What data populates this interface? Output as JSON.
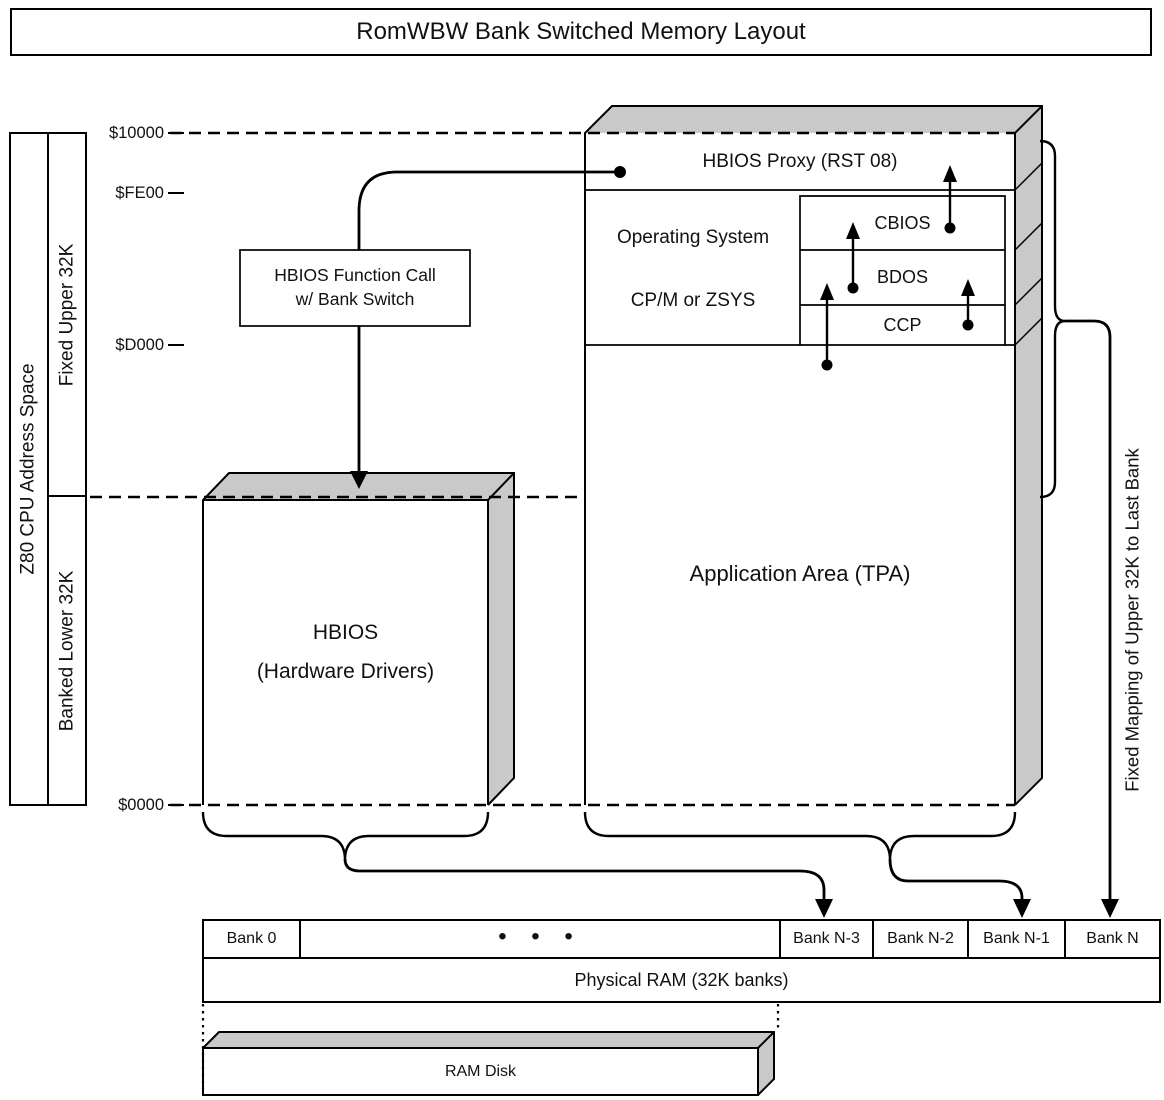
{
  "title": "RomWBW Bank Switched Memory Layout",
  "left_panel": {
    "address_space": "Z80 CPU Address Space",
    "fixed_upper": "Fixed Upper 32K",
    "banked_lower": "Banked Lower 32K"
  },
  "addresses": {
    "top": "$10000",
    "fe00": "$FE00",
    "d000": "$D000",
    "zero": "$0000"
  },
  "callout": {
    "line1": "HBIOS Function Call",
    "line2": "w/ Bank Switch"
  },
  "memory_box": {
    "proxy": "HBIOS Proxy (RST 08)",
    "os_line1": "Operating System",
    "os_line2": "CP/M or ZSYS",
    "cbios": "CBIOS",
    "bdos": "BDOS",
    "ccp": "CCP",
    "tpa": "Application Area (TPA)"
  },
  "hbios_box": {
    "line1": "HBIOS",
    "line2": "(Hardware Drivers)"
  },
  "right_label": "Fixed Mapping of Upper 32K to Last Bank",
  "ram": {
    "bank0": "Bank 0",
    "dots": "•  •  •",
    "bank_n3": "Bank N-3",
    "bank_n2": "Bank N-2",
    "bank_n1": "Bank N-1",
    "bank_n": "Bank N",
    "bar": "Physical RAM (32K banks)",
    "disk": "RAM Disk"
  },
  "colors": {
    "line": "#000000",
    "face": "#c9c9c9",
    "background": "#ffffff"
  }
}
